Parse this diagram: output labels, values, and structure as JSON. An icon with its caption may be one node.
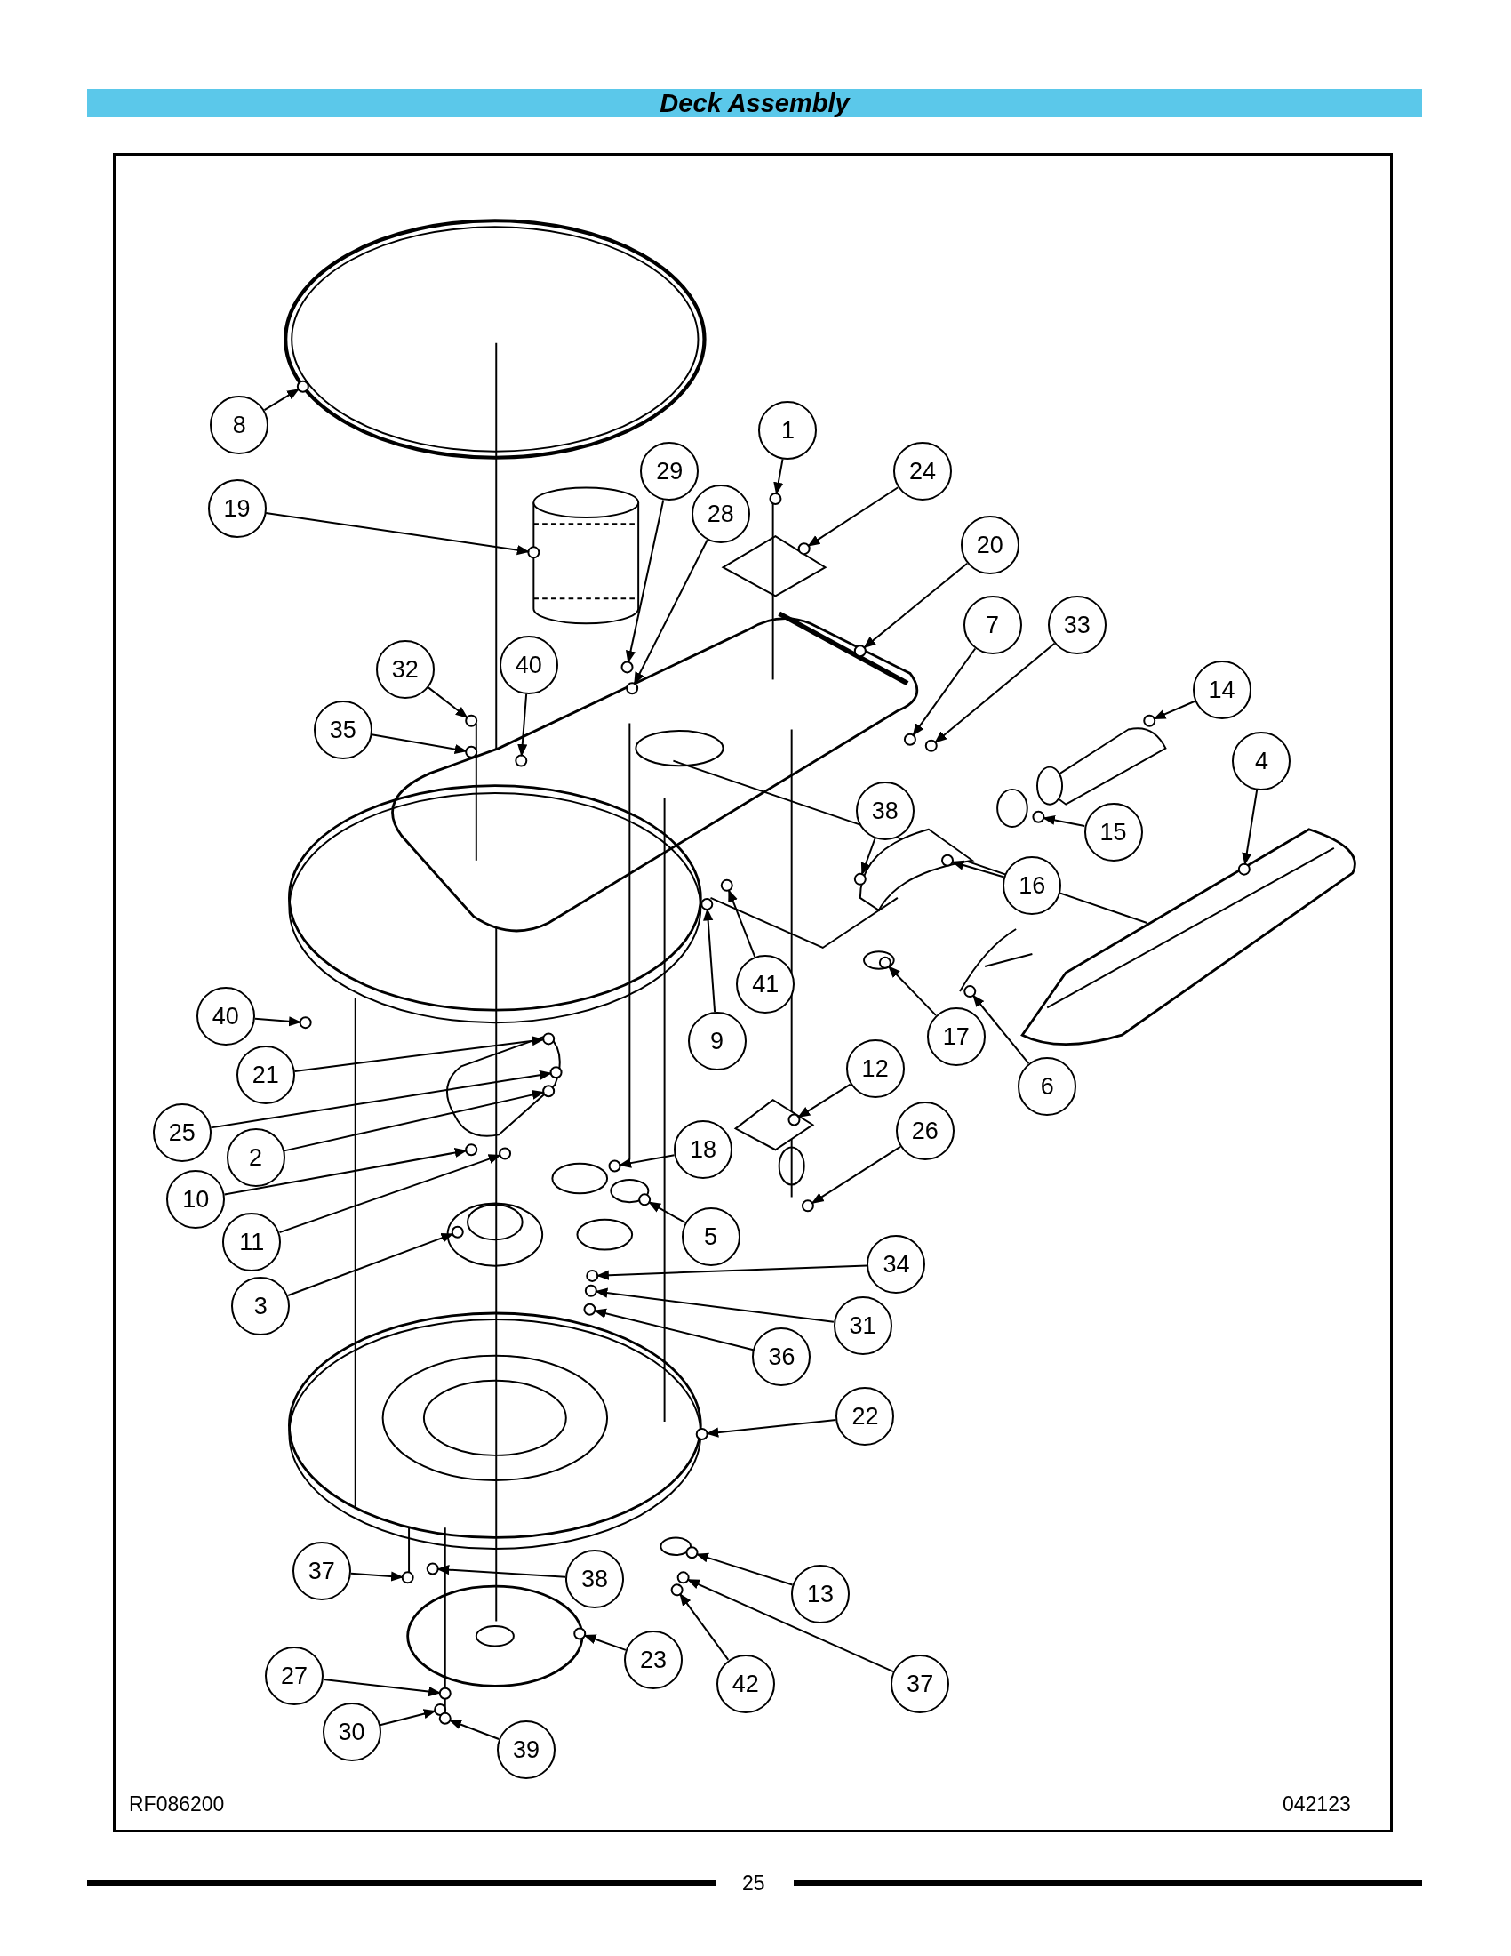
{
  "diagram": {
    "title": "Deck Assembly",
    "nodes": [
      {
        "text": [
          "8"
        ]
      },
      {
        "text": [
          "1"
        ]
      },
      {
        "text": [
          "24"
        ]
      },
      {
        "text": [
          "29"
        ]
      },
      {
        "text": [
          "19"
        ]
      },
      {
        "text": [
          "28"
        ]
      },
      {
        "text": [
          "20"
        ]
      },
      {
        "text": [
          "7"
        ]
      },
      {
        "text": [
          "33"
        ]
      },
      {
        "text": [
          "32"
        ]
      },
      {
        "text": [
          "40"
        ]
      },
      {
        "text": [
          "14"
        ]
      },
      {
        "text": [
          "35"
        ]
      },
      {
        "text": [
          "4"
        ]
      },
      {
        "text": [
          "38"
        ]
      },
      {
        "text": [
          "15"
        ]
      },
      {
        "text": [
          "16"
        ]
      },
      {
        "text": [
          "41"
        ]
      },
      {
        "text": [
          "40"
        ]
      },
      {
        "text": [
          "17"
        ]
      },
      {
        "text": [
          "9"
        ]
      },
      {
        "text": [
          "12"
        ]
      },
      {
        "text": [
          "21"
        ]
      },
      {
        "text": [
          "6"
        ]
      },
      {
        "text": [
          "26"
        ]
      },
      {
        "text": [
          "25"
        ]
      },
      {
        "text": [
          "18"
        ]
      },
      {
        "text": [
          "2"
        ]
      },
      {
        "text": [
          "10"
        ]
      },
      {
        "text": [
          "5"
        ]
      },
      {
        "text": [
          "11"
        ]
      },
      {
        "text": [
          "34"
        ]
      },
      {
        "text": [
          "3"
        ]
      },
      {
        "text": [
          "31"
        ]
      },
      {
        "text": [
          "36"
        ]
      },
      {
        "text": [
          "22"
        ]
      },
      {
        "text": [
          "37"
        ]
      },
      {
        "text": [
          "38"
        ]
      },
      {
        "text": [
          "13"
        ]
      },
      {
        "text": [
          "23"
        ]
      },
      {
        "text": [
          "27"
        ]
      },
      {
        "text": [
          "42"
        ]
      },
      {
        "text": [
          "37"
        ]
      },
      {
        "text": [
          "30"
        ]
      },
      {
        "text": [
          "39"
        ]
      },
      {
        "text": [],
        "shape": "circle"
      },
      {
        "text": [],
        "shape": "circle"
      },
      {
        "text": [],
        "shape": "circle"
      },
      {
        "text": [],
        "shape": "circle"
      },
      {
        "text": [],
        "shape": "circle"
      },
      {
        "text": [],
        "shape": "circle"
      },
      {
        "text": [],
        "shape": "circle"
      },
      {
        "text": [],
        "shape": "circle"
      },
      {
        "text": [],
        "shape": "circle"
      },
      {
        "text": [],
        "shape": "circle"
      },
      {
        "text": [],
        "shape": "circle"
      },
      {
        "text": [],
        "shape": "circle"
      },
      {
        "text": [],
        "shape": "circle"
      },
      {
        "text": [],
        "shape": "circle"
      },
      {
        "text": [],
        "shape": "circle"
      },
      {
        "text": [],
        "shape": "circle"
      },
      {
        "text": [],
        "shape": "circle"
      },
      {
        "text": [],
        "shape": "circle"
      },
      {
        "text": [],
        "shape": "circle"
      },
      {
        "text": [],
        "shape": "circle"
      },
      {
        "text": [],
        "shape": "circle"
      },
      {
        "text": [],
        "shape": "circle"
      },
      {
        "text": [],
        "shape": "circle"
      },
      {
        "text": [],
        "shape": "circle"
      },
      {
        "text": [],
        "shape": "circle"
      },
      {
        "text": [],
        "shape": "circle"
      },
      {
        "text": [],
        "shape": "circle"
      },
      {
        "text": [],
        "shape": "circle"
      },
      {
        "text": [],
        "shape": "circle"
      },
      {
        "text": [],
        "shape": "circle"
      },
      {
        "text": [],
        "shape": "circle"
      },
      {
        "text": [],
        "shape": "circle"
      },
      {
        "text": [],
        "shape": "circle"
      },
      {
        "text": [],
        "shape": "circle"
      },
      {
        "text": [],
        "shape": "circle"
      },
      {
        "text": [],
        "shape": "circle"
      },
      {
        "text": [],
        "shape": "circle"
      },
      {
        "text": [],
        "shape": "circle"
      },
      {
        "text": [],
        "shape": "circle"
      },
      {
        "text": [],
        "shape": "circle"
      },
      {
        "text": [],
        "shape": "circle"
      },
      {
        "text": [],
        "shape": "circle"
      },
      {
        "text": [],
        "shape": "circle"
      },
      {
        "text": [],
        "shape": "circle"
      },
      {
        "text": [],
        "shape": "circle"
      }
    ],
    "edges": [
      {
        "from": 0,
        "to": 45,
        "arrow": "to"
      },
      {
        "from": 1,
        "to": 46,
        "arrow": "to"
      },
      {
        "from": 2,
        "to": 47,
        "arrow": "to"
      },
      {
        "from": 3,
        "to": 48,
        "arrow": "to"
      },
      {
        "from": 4,
        "to": 49,
        "arrow": "to"
      },
      {
        "from": 5,
        "to": 50,
        "arrow": "to"
      },
      {
        "from": 6,
        "to": 51,
        "arrow": "to"
      },
      {
        "from": 7,
        "to": 52,
        "arrow": "to"
      },
      {
        "from": 8,
        "to": 53,
        "arrow": "to"
      },
      {
        "from": 9,
        "to": 54,
        "arrow": "to"
      },
      {
        "from": 10,
        "to": 55,
        "arrow": "to"
      },
      {
        "from": 11,
        "to": 56,
        "arrow": "to"
      },
      {
        "from": 12,
        "to": 57,
        "arrow": "to"
      },
      {
        "from": 13,
        "to": 58,
        "arrow": "to"
      },
      {
        "from": 14,
        "to": 59,
        "arrow": "to"
      },
      {
        "from": 15,
        "to": 60,
        "arrow": "to"
      },
      {
        "from": 16,
        "to": 61,
        "arrow": "to"
      },
      {
        "from": 17,
        "to": 62,
        "arrow": "to"
      },
      {
        "from": 18,
        "to": 63,
        "arrow": "to"
      },
      {
        "from": 19,
        "to": 64,
        "arrow": "to"
      },
      {
        "from": 20,
        "to": 65,
        "arrow": "to"
      },
      {
        "from": 21,
        "to": 66,
        "arrow": "to"
      },
      {
        "from": 22,
        "to": 67,
        "arrow": "to"
      },
      {
        "from": 23,
        "to": 68,
        "arrow": "to"
      },
      {
        "from": 24,
        "to": 69,
        "arrow": "to"
      },
      {
        "from": 25,
        "to": 70,
        "arrow": "to"
      },
      {
        "from": 26,
        "to": 71,
        "arrow": "to"
      },
      {
        "from": 27,
        "to": 72,
        "arrow": "to"
      },
      {
        "from": 28,
        "to": 73,
        "arrow": "to"
      },
      {
        "from": 29,
        "to": 74,
        "arrow": "to"
      },
      {
        "from": 30,
        "to": 75,
        "arrow": "to"
      },
      {
        "from": 31,
        "to": 76,
        "arrow": "to"
      },
      {
        "from": 32,
        "to": 77,
        "arrow": "to"
      },
      {
        "from": 33,
        "to": 78,
        "arrow": "to"
      },
      {
        "from": 34,
        "to": 79,
        "arrow": "to"
      },
      {
        "from": 35,
        "to": 80,
        "arrow": "to"
      },
      {
        "from": 36,
        "to": 81,
        "arrow": "to"
      },
      {
        "from": 37,
        "to": 82,
        "arrow": "to"
      },
      {
        "from": 38,
        "to": 83,
        "arrow": "to"
      },
      {
        "from": 39,
        "to": 84,
        "arrow": "to"
      },
      {
        "from": 40,
        "to": 85,
        "arrow": "to"
      },
      {
        "from": 41,
        "to": 86,
        "arrow": "to"
      },
      {
        "from": 42,
        "to": 87,
        "arrow": "to"
      },
      {
        "from": 43,
        "to": 88,
        "arrow": "to"
      },
      {
        "from": 44,
        "to": 89,
        "arrow": "to"
      }
    ],
    "labels": [
      "RF086200",
      "042123",
      "25"
    ]
  }
}
